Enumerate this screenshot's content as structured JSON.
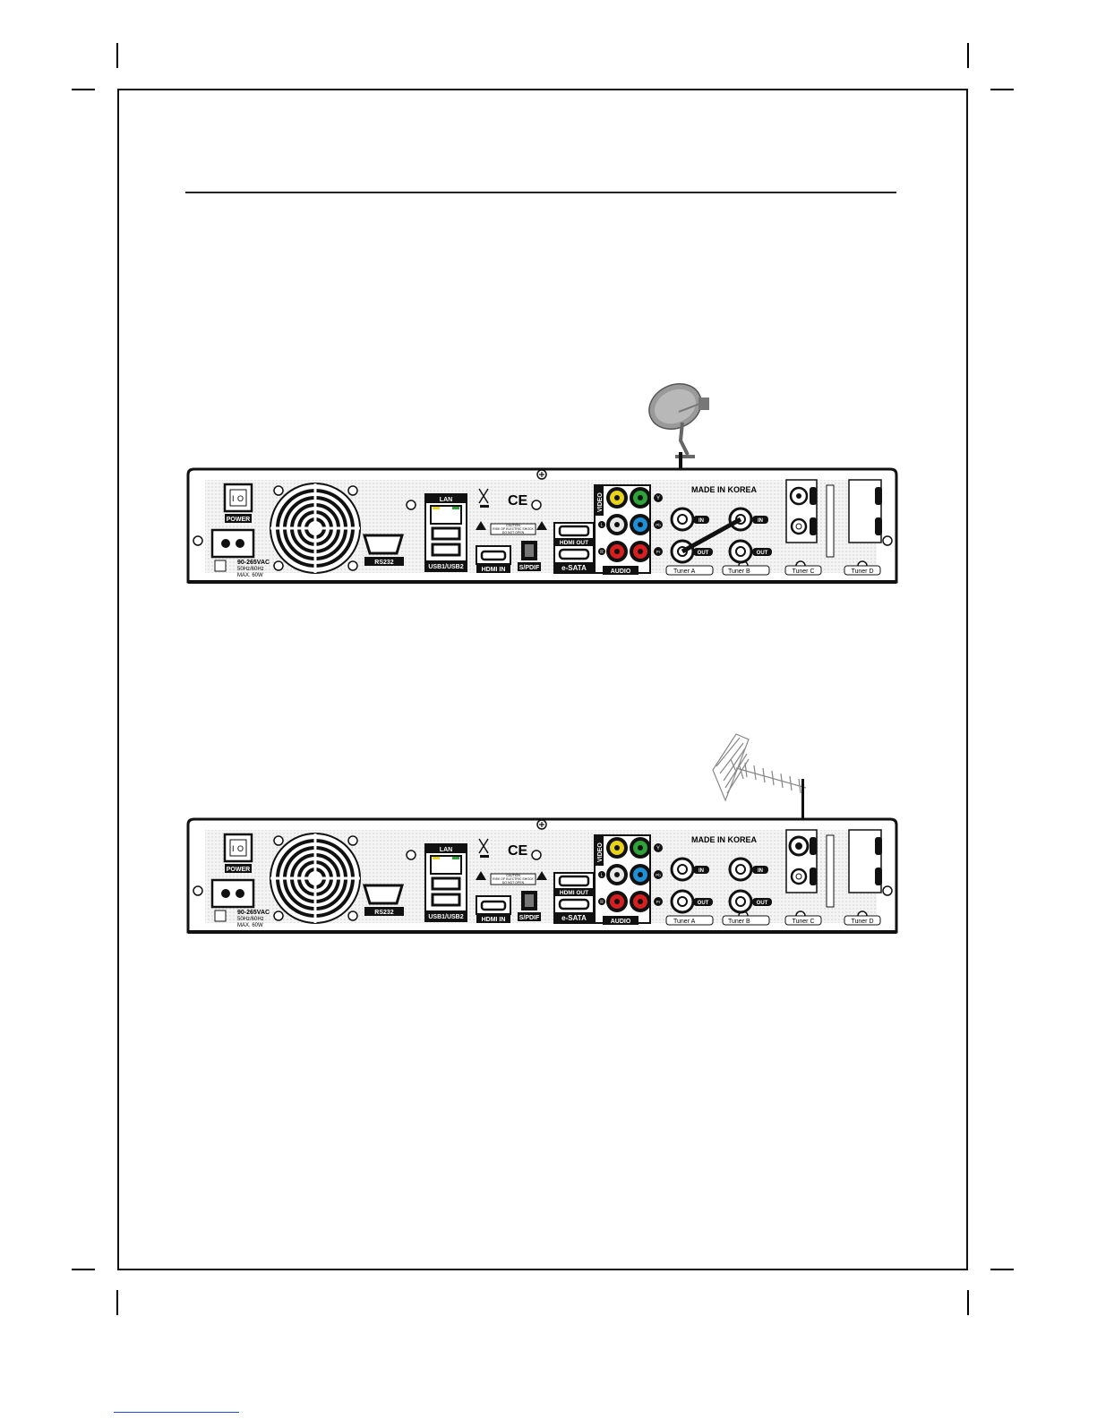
{
  "panel": {
    "power": "POWER",
    "voltage_1": "90-265VAC",
    "voltage_2": "50Hz/60Hz",
    "voltage_3": "MAX. 60W",
    "rs232": "RS232",
    "lan": "LAN",
    "usb": "USB1/USB2",
    "hdmi_in": "HDMI IN",
    "spdif": "S/PDIF",
    "hdmi_out": "HDMI OUT",
    "esata": "e-SATA",
    "audio": "AUDIO",
    "video": "VIDEO",
    "ce": "CE",
    "made_in": "MADE IN KOREA",
    "caution_1": "CAUTION",
    "caution_2": "RISK OF ELECTRIC SHOCK",
    "caution_3": "DO NOT OPEN",
    "in": "IN",
    "out": "OUT",
    "tuner_a": "Tuner A",
    "tuner_b": "Tuner B",
    "tuner_c": "Tuner C",
    "tuner_d": "Tuner D",
    "jack_y": "Y",
    "jack_pb": "Pb",
    "jack_pr": "Pr",
    "jack_l": "L",
    "jack_r": "R"
  },
  "colors": {
    "video_yellow": "#e8d21a",
    "y_green": "#2fa33a",
    "pb_blue": "#1f8fd6",
    "pr_red": "#d42020",
    "audio_white": "#e8e8e8",
    "audio_red": "#d42020"
  },
  "icons": [
    "satellite-dish-icon",
    "terrestrial-antenna-icon"
  ]
}
